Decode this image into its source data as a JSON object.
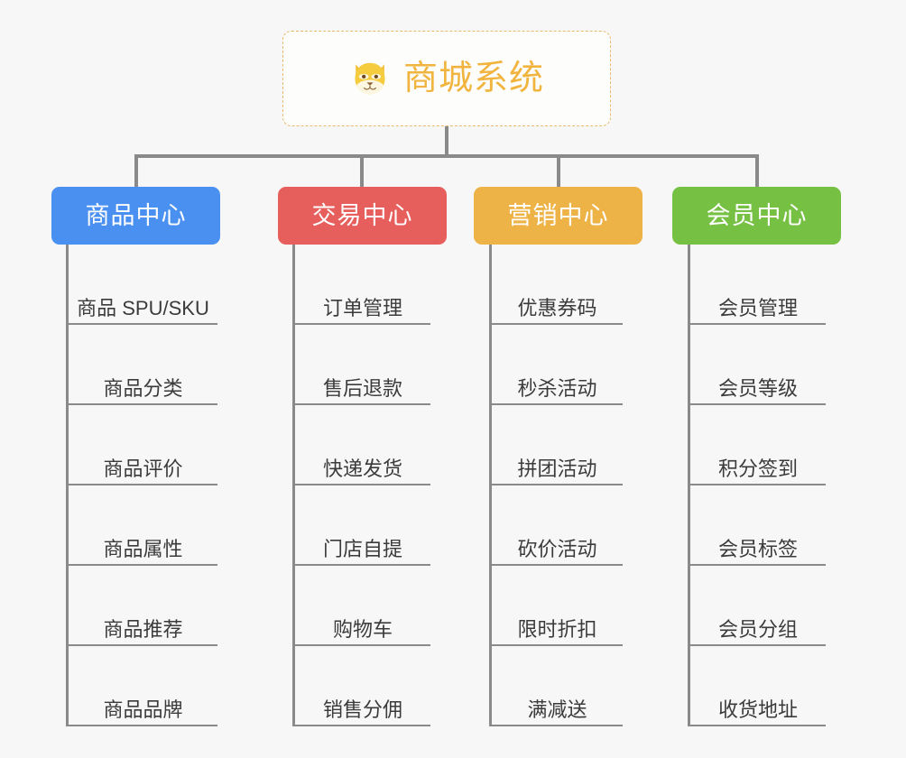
{
  "root": {
    "title": "商城系统",
    "icon": "shiba-dog-icon",
    "color": "#f0b43f",
    "border_color": "#e8b96a"
  },
  "categories": [
    {
      "label": "商品中心",
      "color": "#4a90f0",
      "items": [
        "商品 SPU/SKU",
        "商品分类",
        "商品评价",
        "商品属性",
        "商品推荐",
        "商品品牌"
      ]
    },
    {
      "label": "交易中心",
      "color": "#e75f5c",
      "items": [
        "订单管理",
        "售后退款",
        "快递发货",
        "门店自提",
        "购物车",
        "销售分佣"
      ]
    },
    {
      "label": "营销中心",
      "color": "#eeb347",
      "items": [
        "优惠券码",
        "秒杀活动",
        "拼团活动",
        "砍价活动",
        "限时折扣",
        "满减送"
      ]
    },
    {
      "label": "会员中心",
      "color": "#76c043",
      "items": [
        "会员管理",
        "会员等级",
        "积分签到",
        "会员标签",
        "会员分组",
        "收货地址"
      ]
    }
  ],
  "connector_color": "#8a8a8a",
  "background_color": "#f7f7f7"
}
